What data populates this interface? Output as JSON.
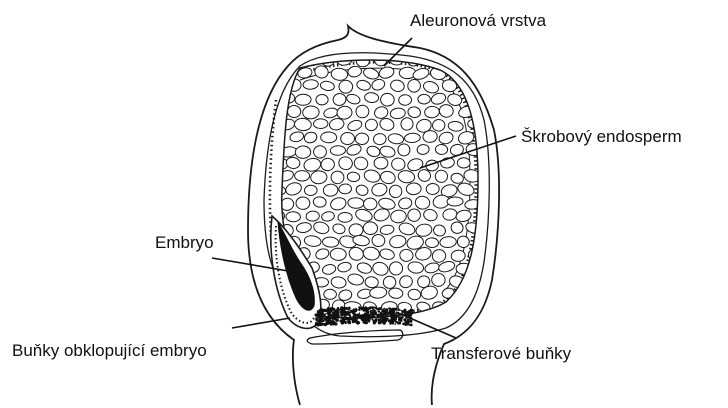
{
  "labels": {
    "aleurone": "Aleuronová vrstva",
    "starchy_endosperm": "Škrobový endosperm",
    "embryo": "Embryo",
    "embryo_surrounding_cells": "Buňky obklopující embryo",
    "transfer_cells": "Transferové buňky"
  },
  "colors": {
    "ink": "#1a1a1a",
    "background": "#ffffff"
  }
}
